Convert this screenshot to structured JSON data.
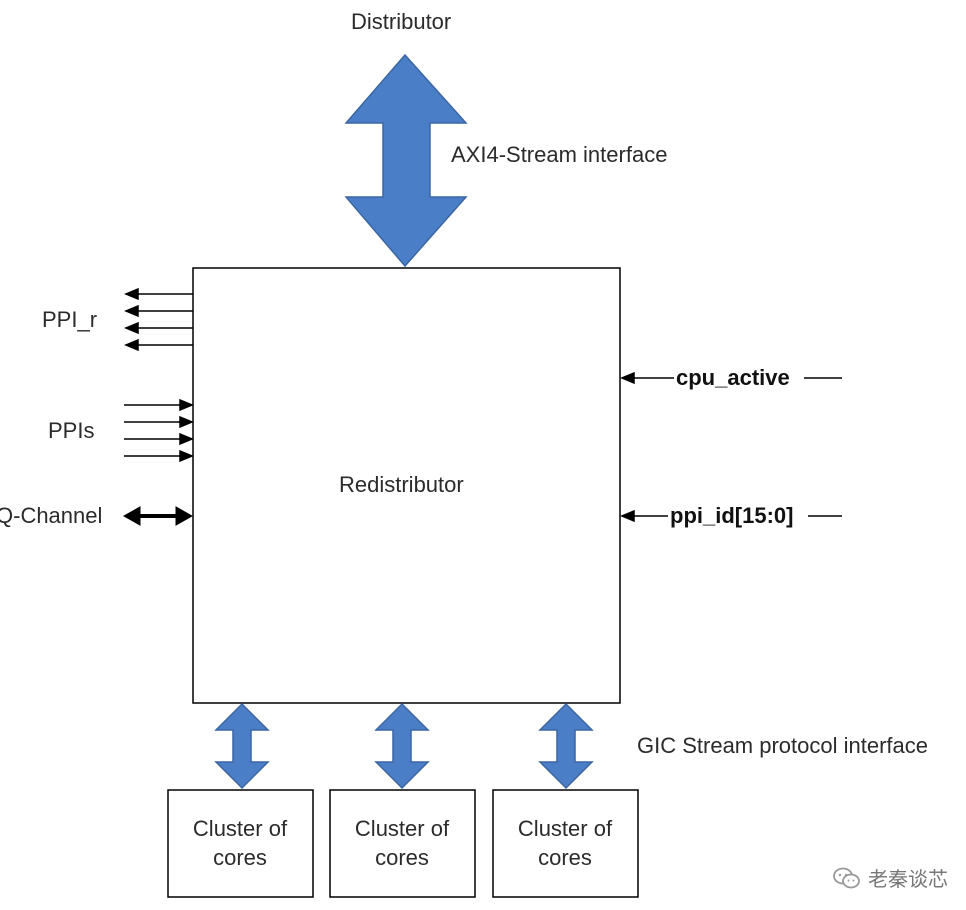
{
  "labels": {
    "distributor": "Distributor",
    "axi4": "AXI4-Stream interface",
    "ppi_r": "PPI_r",
    "ppis": "PPIs",
    "qchannel": "Q-Channel",
    "redistributor": "Redistributor",
    "cpu_active": "cpu_active",
    "ppi_id": "ppi_id[15:0]",
    "gic_stream": "GIC Stream protocol interface"
  },
  "clusters": [
    {
      "line1": "Cluster of",
      "line2": "cores"
    },
    {
      "line1": "Cluster of",
      "line2": "cores"
    },
    {
      "line1": "Cluster of",
      "line2": "cores"
    }
  ],
  "watermark": "老秦谈芯",
  "colors": {
    "arrow_fill": "#4a7fc7",
    "arrow_stroke": "#3a66a3",
    "line": "#000000"
  },
  "icons": {
    "watermark": "wechat-icon"
  }
}
